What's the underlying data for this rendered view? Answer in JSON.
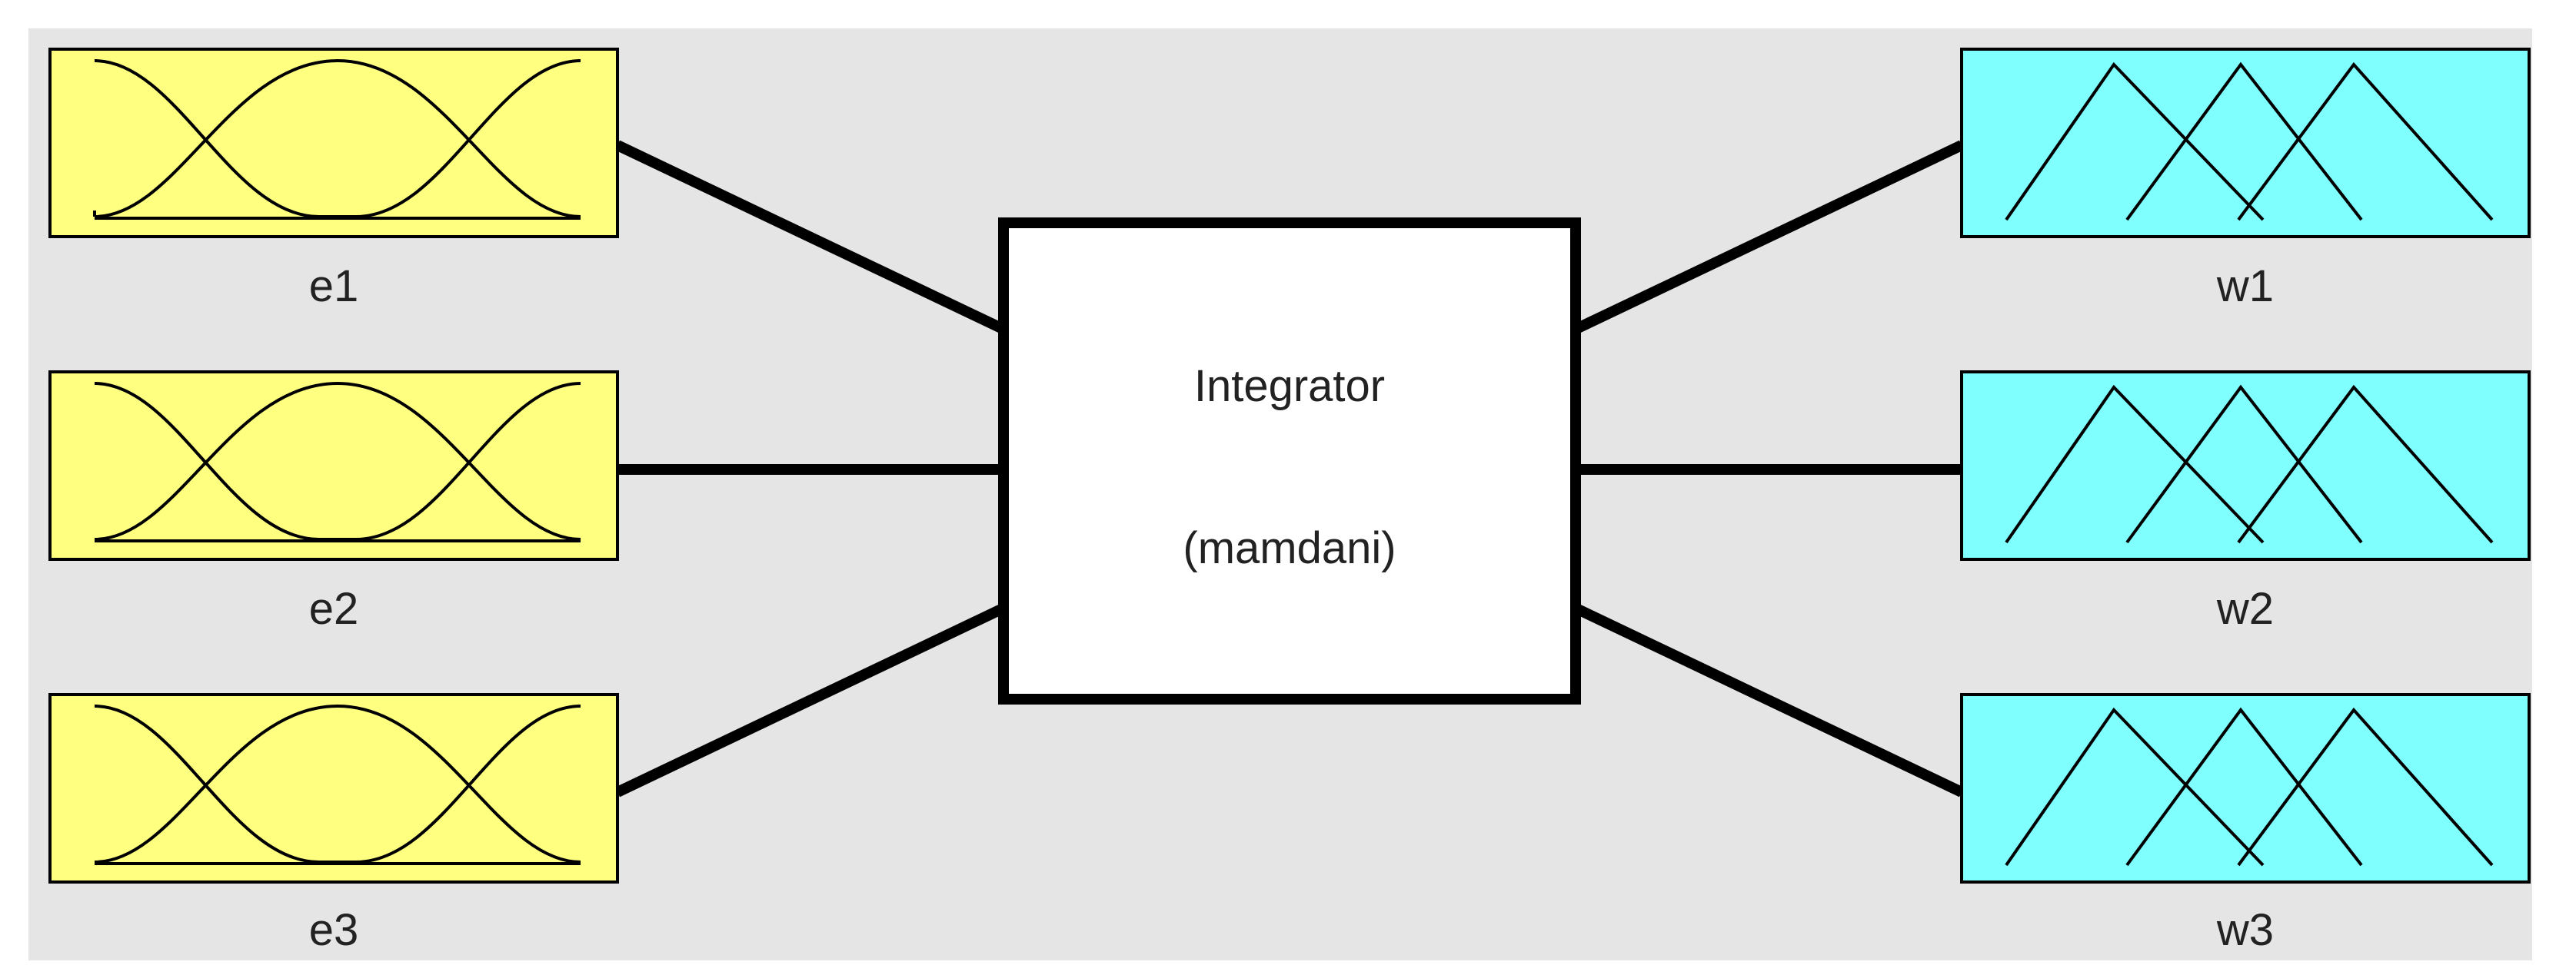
{
  "colors": {
    "background": "#e5e5e5",
    "input_fill": "#ffff80",
    "output_fill": "#80ffff",
    "system_fill": "#ffffff",
    "line": "#000000"
  },
  "inputs": [
    {
      "name": "e1",
      "mf_shape": "gaussian"
    },
    {
      "name": "e2",
      "mf_shape": "gaussian"
    },
    {
      "name": "e3",
      "mf_shape": "gaussian"
    }
  ],
  "system": {
    "name": "Integrator",
    "type": "(mamdani)"
  },
  "outputs": [
    {
      "name": "w1",
      "mf_shape": "triangular"
    },
    {
      "name": "w2",
      "mf_shape": "triangular"
    },
    {
      "name": "w3",
      "mf_shape": "triangular"
    }
  ]
}
